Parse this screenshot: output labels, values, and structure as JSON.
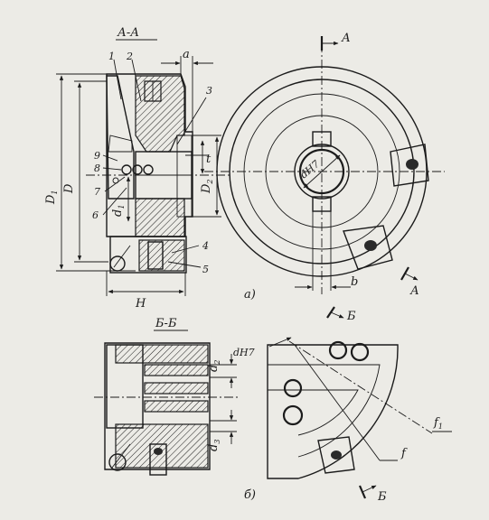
{
  "labels": {
    "section_aa": "А-А",
    "section_bb": "Б-Б",
    "sub_a": "а)",
    "sub_b": "б)",
    "mark_a": "А",
    "mark_b": "Б",
    "dim_a": "a",
    "dim_t": "t",
    "dim_D": "D",
    "dim_D1_main": "D",
    "dim_D1_sub": "1",
    "dim_D2_main": "D",
    "dim_D2_sub": "2",
    "dim_d1_main": "d",
    "dim_d1_sub": "1",
    "dim_H": "H",
    "dim_b": "b",
    "dim_dH7": "dH7",
    "dim_d2_main": "d",
    "dim_d2_sub": "2",
    "dim_d3_main": "d",
    "dim_d3_sub": "3",
    "dim_f": "f",
    "dim_f1_main": "f",
    "dim_f1_sub": "1",
    "part_1": "1",
    "part_2": "2",
    "part_3": "3",
    "part_4": "4",
    "part_5": "5",
    "part_6": "6",
    "part_7": "7",
    "part_8": "8",
    "part_9": "9"
  }
}
